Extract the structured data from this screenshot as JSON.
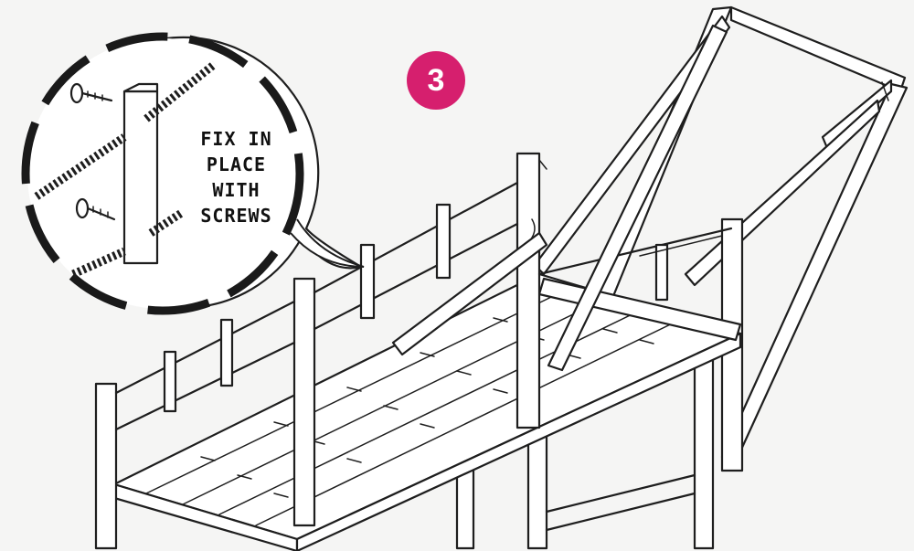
{
  "step": {
    "number": "3",
    "color": "#d61f6e"
  },
  "callout": {
    "lines": [
      "FIX IN",
      "PLACE",
      "WITH",
      "SCREWS"
    ],
    "border_color": "#1a1a1a"
  },
  "illustration": {
    "subject": "scaffold-platform-with-guardrails",
    "line_color": "#1e1e1e",
    "background": "#f5f5f4"
  }
}
